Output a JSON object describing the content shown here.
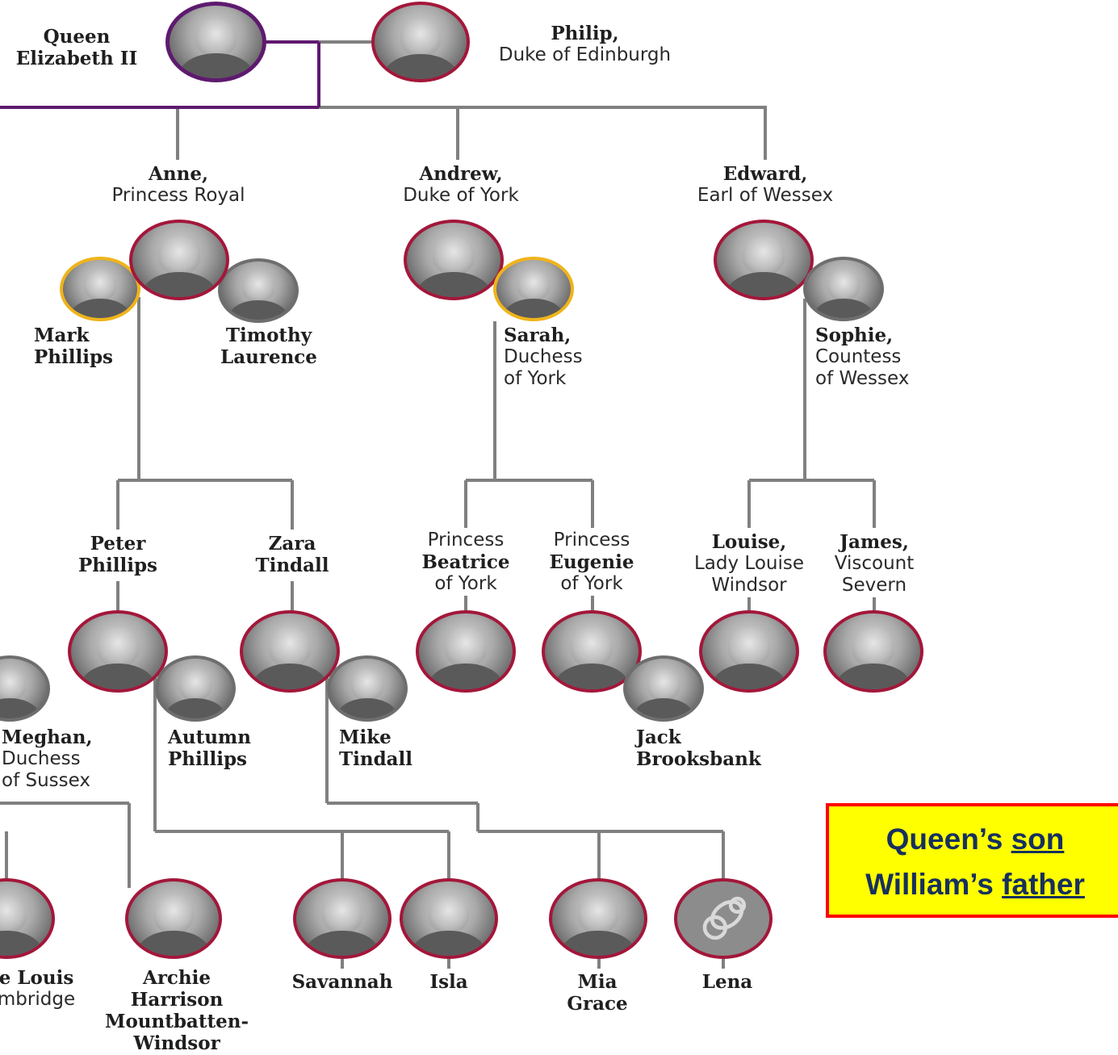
{
  "people": {
    "queen": {
      "name": "Queen",
      "name2": "Elizabeth II"
    },
    "philip": {
      "name": "Philip,",
      "title": "Duke of Edinburgh"
    },
    "anne": {
      "name": "Anne,",
      "title": "Princess Royal"
    },
    "andrew": {
      "name": "Andrew,",
      "title": "Duke of York"
    },
    "edward": {
      "name": "Edward,",
      "title": "Earl of Wessex"
    },
    "mark": {
      "name": "Mark",
      "name2": "Phillips"
    },
    "timothy": {
      "name": "Timothy",
      "name2": "Laurence"
    },
    "sarah": {
      "name": "Sarah,",
      "title1": "Duchess",
      "title2": "of York"
    },
    "sophie": {
      "name": "Sophie,",
      "title1": "Countess",
      "title2": "of Wessex"
    },
    "peter": {
      "name": "Peter",
      "name2": "Phillips"
    },
    "zara": {
      "name": "Zara",
      "name2": "Tindall"
    },
    "beatrice": {
      "pre": "Princess",
      "name": "Beatrice",
      "post": "of York"
    },
    "eugenie": {
      "pre": "Princess",
      "name": "Eugenie",
      "post": "of York"
    },
    "louise": {
      "name": "Louise,",
      "title1": "Lady Louise",
      "title2": "Windsor"
    },
    "james": {
      "name": "James,",
      "title1": "Viscount",
      "title2": "Severn"
    },
    "meghan": {
      "name": "Meghan,",
      "title1": "Duchess",
      "title2": "of Sussex"
    },
    "autumn": {
      "name": "Autumn",
      "name2": "Phillips"
    },
    "mike": {
      "name": "Mike",
      "name2": "Tindall"
    },
    "jack": {
      "name": "Jack",
      "name2": "Brooksbank"
    },
    "louis": {
      "name": "e Louis",
      "title": "mbridge"
    },
    "archie": {
      "name": "Archie",
      "name2": "Harrison",
      "name3": "Mountbatten-",
      "name4": "Windsor"
    },
    "savannah": {
      "name": "Savannah"
    },
    "isla": {
      "name": "Isla"
    },
    "mia": {
      "name": "Mia",
      "name2": "Grace"
    },
    "lena": {
      "name": "Lena"
    }
  },
  "callout": {
    "line1_pre": "Queen’s ",
    "line1_u": "son",
    "line2_pre": "William’s ",
    "line2_u": "father"
  },
  "colors": {
    "connector": "#808080",
    "queen_line": "#5e1a6e",
    "blood_ring": "#a3173a",
    "former_spouse_ring": "#efb41b",
    "spouse_ring": "#6e6e6e",
    "callout_bg": "#ffff00",
    "callout_border": "#ff0000",
    "callout_text": "#16305e"
  }
}
